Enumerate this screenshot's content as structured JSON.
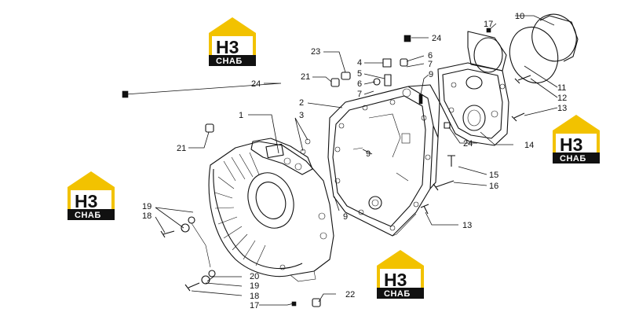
{
  "callouts": {
    "c1": "1",
    "c2": "2",
    "c3": "3",
    "c4": "4",
    "c5": "5",
    "c6a": "6",
    "c6b": "6",
    "c7a": "7",
    "c7b": "7",
    "c9a": "9",
    "c9b": "9",
    "c9c": "9",
    "c10": "10",
    "c11": "11",
    "c12": "12",
    "c13a": "13",
    "c13b": "13",
    "c14": "14",
    "c15": "15",
    "c16": "16",
    "c17a": "17",
    "c17b": "17",
    "c18a": "18",
    "c18b": "18",
    "c19a": "19",
    "c19b": "19",
    "c20": "20",
    "c21a": "21",
    "c21b": "21",
    "c22": "22",
    "c23": "23",
    "c24a": "24",
    "c24b": "24",
    "c24c": "24"
  },
  "watermarks": [
    {
      "mark": "H3",
      "caption": "CHAБ"
    },
    {
      "mark": "H3",
      "caption": "CHAБ"
    },
    {
      "mark": "H3",
      "caption": "CHAБ"
    },
    {
      "mark": "H3",
      "caption": "CHAБ"
    }
  ],
  "colors": {
    "logo_yellow": "#f2c200",
    "ink": "#111111"
  }
}
